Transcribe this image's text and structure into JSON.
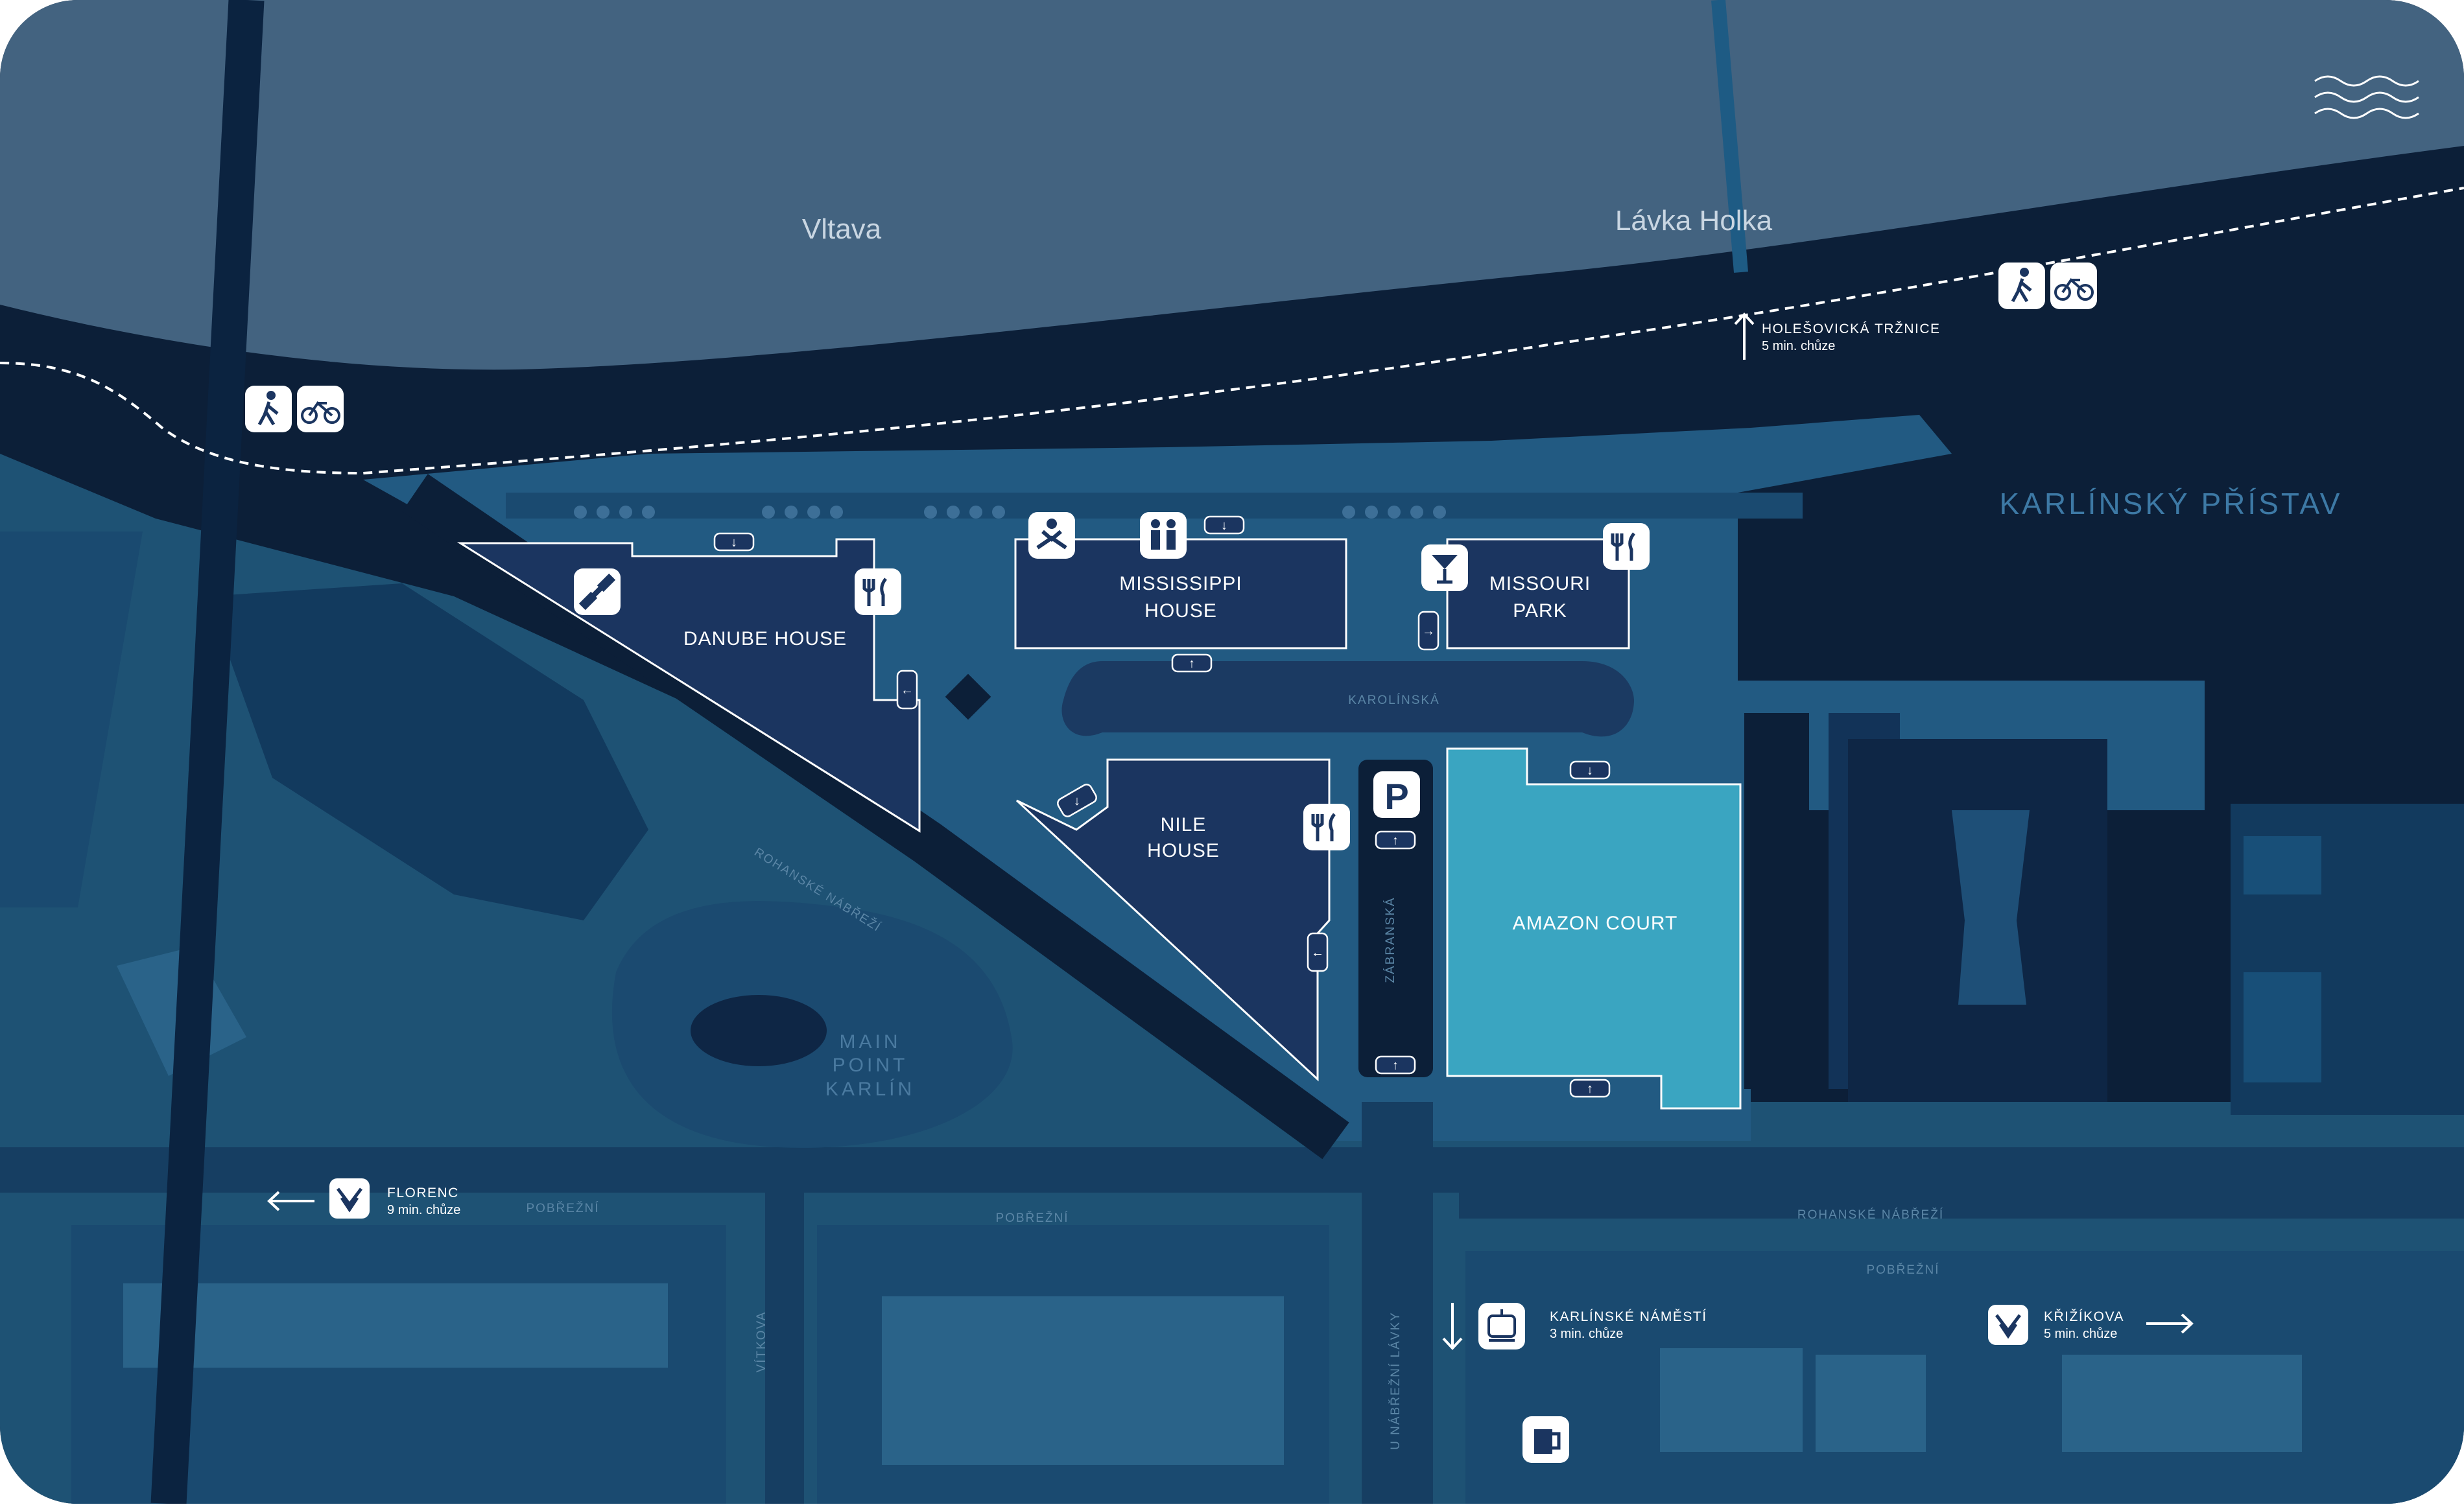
{
  "map": {
    "river_name": "Vltava",
    "footbridge_name": "Lávka Holka",
    "harbor_name": "KARLÍNSKÝ PŘÍSTAV",
    "landmark_lines": [
      "MAIN",
      "POINT",
      "KARLÍN"
    ],
    "buildings": {
      "danube": "DANUBE HOUSE",
      "mississippi": [
        "MISSISSIPPI",
        "HOUSE"
      ],
      "missouri": [
        "MISSOURI",
        "PARK"
      ],
      "nile": [
        "NILE",
        "HOUSE"
      ],
      "amazon": "AMAZON COURT"
    },
    "streets": {
      "karolinska": "KAROLÍNSKÁ",
      "zabranska": "ZÁBRANSKÁ",
      "rohanske_nabrezi_diag": "ROHANSKÉ NÁBŘEŽÍ",
      "rohanske_nabrezi": "ROHANSKÉ NÁBŘEŽÍ",
      "pobrezni_1": "POBŘEŽNÍ",
      "pobrezni_2": "POBŘEŽNÍ",
      "pobrezni_3": "POBŘEŽNÍ",
      "vitkova": "VÍTKOVA",
      "u_nabrezni_lavky": "U NÁBŘEŽNÍ LÁVKY"
    },
    "destinations": {
      "holesovicka": {
        "name": "HOLEŠOVICKÁ TRŽNICE",
        "time": "5 min. chůze"
      },
      "florenc": {
        "name": "FLORENC",
        "time": "9 min. chůze"
      },
      "karlinske": {
        "name": "KARLÍNSKÉ NÁMĚSTÍ",
        "time": "3 min. chůze"
      },
      "krizikova": {
        "name": "KŘIŽÍKOVA",
        "time": "5 min. chůze"
      }
    },
    "parking_letter": "P",
    "colors": {
      "river": "#436380",
      "background": "#0c1f38",
      "street_area": "#1e5274",
      "block": "#184467",
      "building": "#1b3560",
      "amazon_court": "#3aa5c1"
    }
  }
}
